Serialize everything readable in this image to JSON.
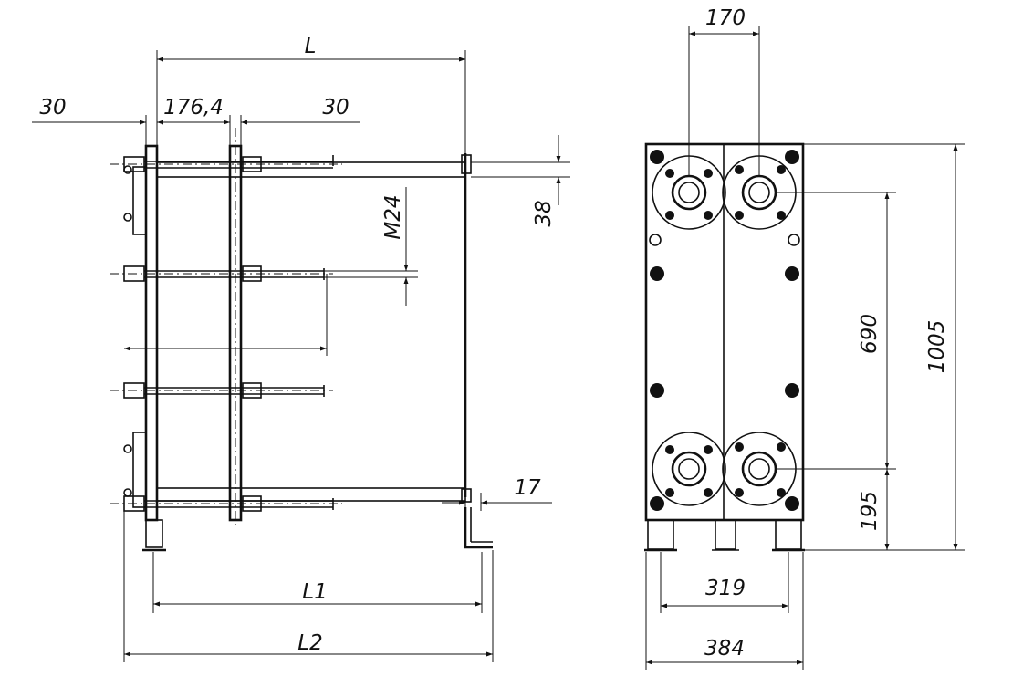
{
  "side_view": {
    "dim_top_left": "30",
    "dim_pressure_plate": "176,4",
    "dim_top_right": "30",
    "dim_length": "L",
    "dim_stud": "M24",
    "dim_plate_thickness": "38",
    "dim_foot_offset": "17",
    "dim_l1": "L1",
    "dim_l2": "L2"
  },
  "front_view": {
    "dim_port_spacing": "170",
    "dim_port_vertical": "690",
    "dim_total_height": "1005",
    "dim_port_bottom": "195",
    "dim_foot_spacing": "319",
    "dim_total_width": "384"
  },
  "colors": {
    "line": "#111111",
    "background": "#ffffff"
  }
}
